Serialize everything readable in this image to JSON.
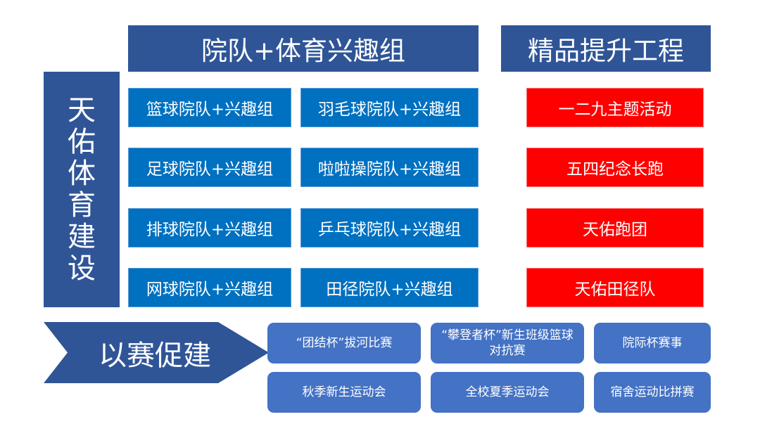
{
  "header": {
    "left_title": "院队+体育兴趣组",
    "right_title": "精品提升工程"
  },
  "sidebar": {
    "chars": [
      "天",
      "佑",
      "体",
      "育",
      "建",
      "设"
    ]
  },
  "teams": {
    "left": [
      "篮球院队+兴趣组",
      "足球院队+兴趣组",
      "排球院队+兴趣组",
      "网球院队+兴趣组"
    ],
    "right": [
      "羽毛球院队+兴趣组",
      "啦啦操院队+兴趣组",
      "乒乓球院队+兴趣组",
      "田径院队+兴趣组"
    ]
  },
  "quality": [
    "一二九主题活动",
    "五四纪念长跑",
    "天佑跑团",
    "天佑田径队"
  ],
  "promotion": {
    "label": "以赛促建",
    "events_row1": [
      "“团结杯”拔河比赛",
      "“攀登者杯”新生班级篮球对抗赛",
      "院际杯赛事"
    ],
    "events_row2": [
      "秋季新生运动会",
      "全校夏季运动会",
      "宿舍运动比拼赛"
    ]
  },
  "colors": {
    "header_blue": "#2f5597",
    "team_blue": "#0070c0",
    "highlight_red": "#ff0000",
    "event_blue": "#4472c4"
  }
}
